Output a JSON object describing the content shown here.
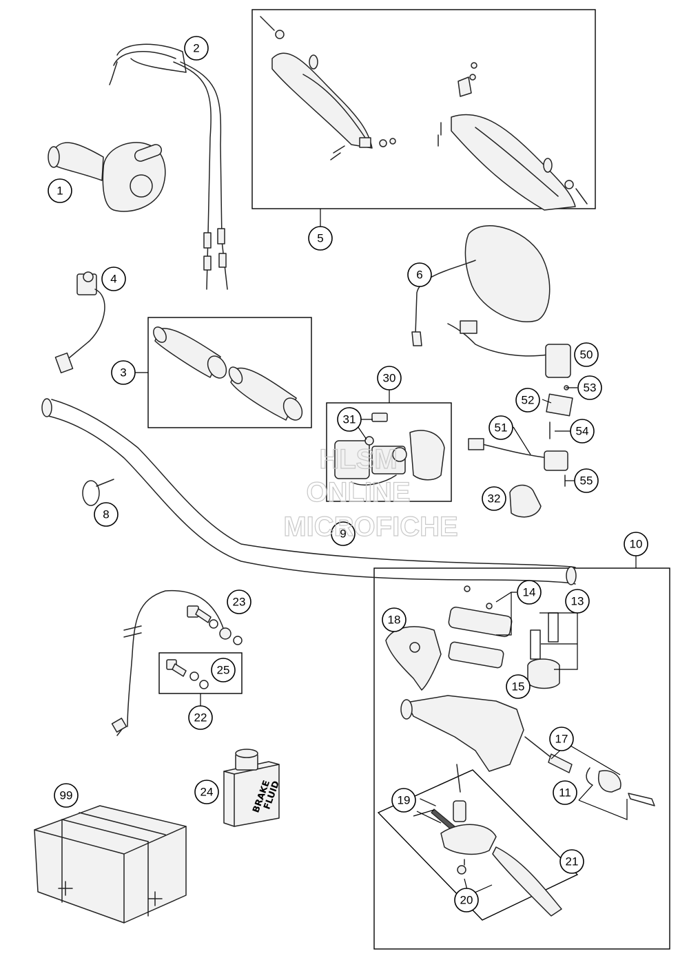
{
  "callouts": [
    {
      "id": "c1",
      "label": "1"
    },
    {
      "id": "c2",
      "label": "2"
    },
    {
      "id": "c3",
      "label": "3"
    },
    {
      "id": "c4",
      "label": "4"
    },
    {
      "id": "c5",
      "label": "5"
    },
    {
      "id": "c6",
      "label": "6"
    },
    {
      "id": "c8",
      "label": "8"
    },
    {
      "id": "c9",
      "label": "9"
    },
    {
      "id": "c10",
      "label": "10"
    },
    {
      "id": "c11",
      "label": "11"
    },
    {
      "id": "c13",
      "label": "13"
    },
    {
      "id": "c14",
      "label": "14"
    },
    {
      "id": "c15",
      "label": "15"
    },
    {
      "id": "c17",
      "label": "17"
    },
    {
      "id": "c18",
      "label": "18"
    },
    {
      "id": "c19",
      "label": "19"
    },
    {
      "id": "c20",
      "label": "20"
    },
    {
      "id": "c21",
      "label": "21"
    },
    {
      "id": "c22",
      "label": "22"
    },
    {
      "id": "c23",
      "label": "23"
    },
    {
      "id": "c24",
      "label": "24"
    },
    {
      "id": "c25",
      "label": "25"
    },
    {
      "id": "c30",
      "label": "30"
    },
    {
      "id": "c31",
      "label": "31"
    },
    {
      "id": "c32",
      "label": "32"
    },
    {
      "id": "c50",
      "label": "50"
    },
    {
      "id": "c51",
      "label": "51"
    },
    {
      "id": "c52",
      "label": "52"
    },
    {
      "id": "c53",
      "label": "53"
    },
    {
      "id": "c54",
      "label": "54"
    },
    {
      "id": "c55",
      "label": "55"
    },
    {
      "id": "c99",
      "label": "99"
    }
  ],
  "can_label": {
    "line1": "BRAKE",
    "line2": "FLUID"
  },
  "watermark": {
    "line1": "HLSM",
    "line2": "ONLINE",
    "line3": "MICROFICHE"
  }
}
